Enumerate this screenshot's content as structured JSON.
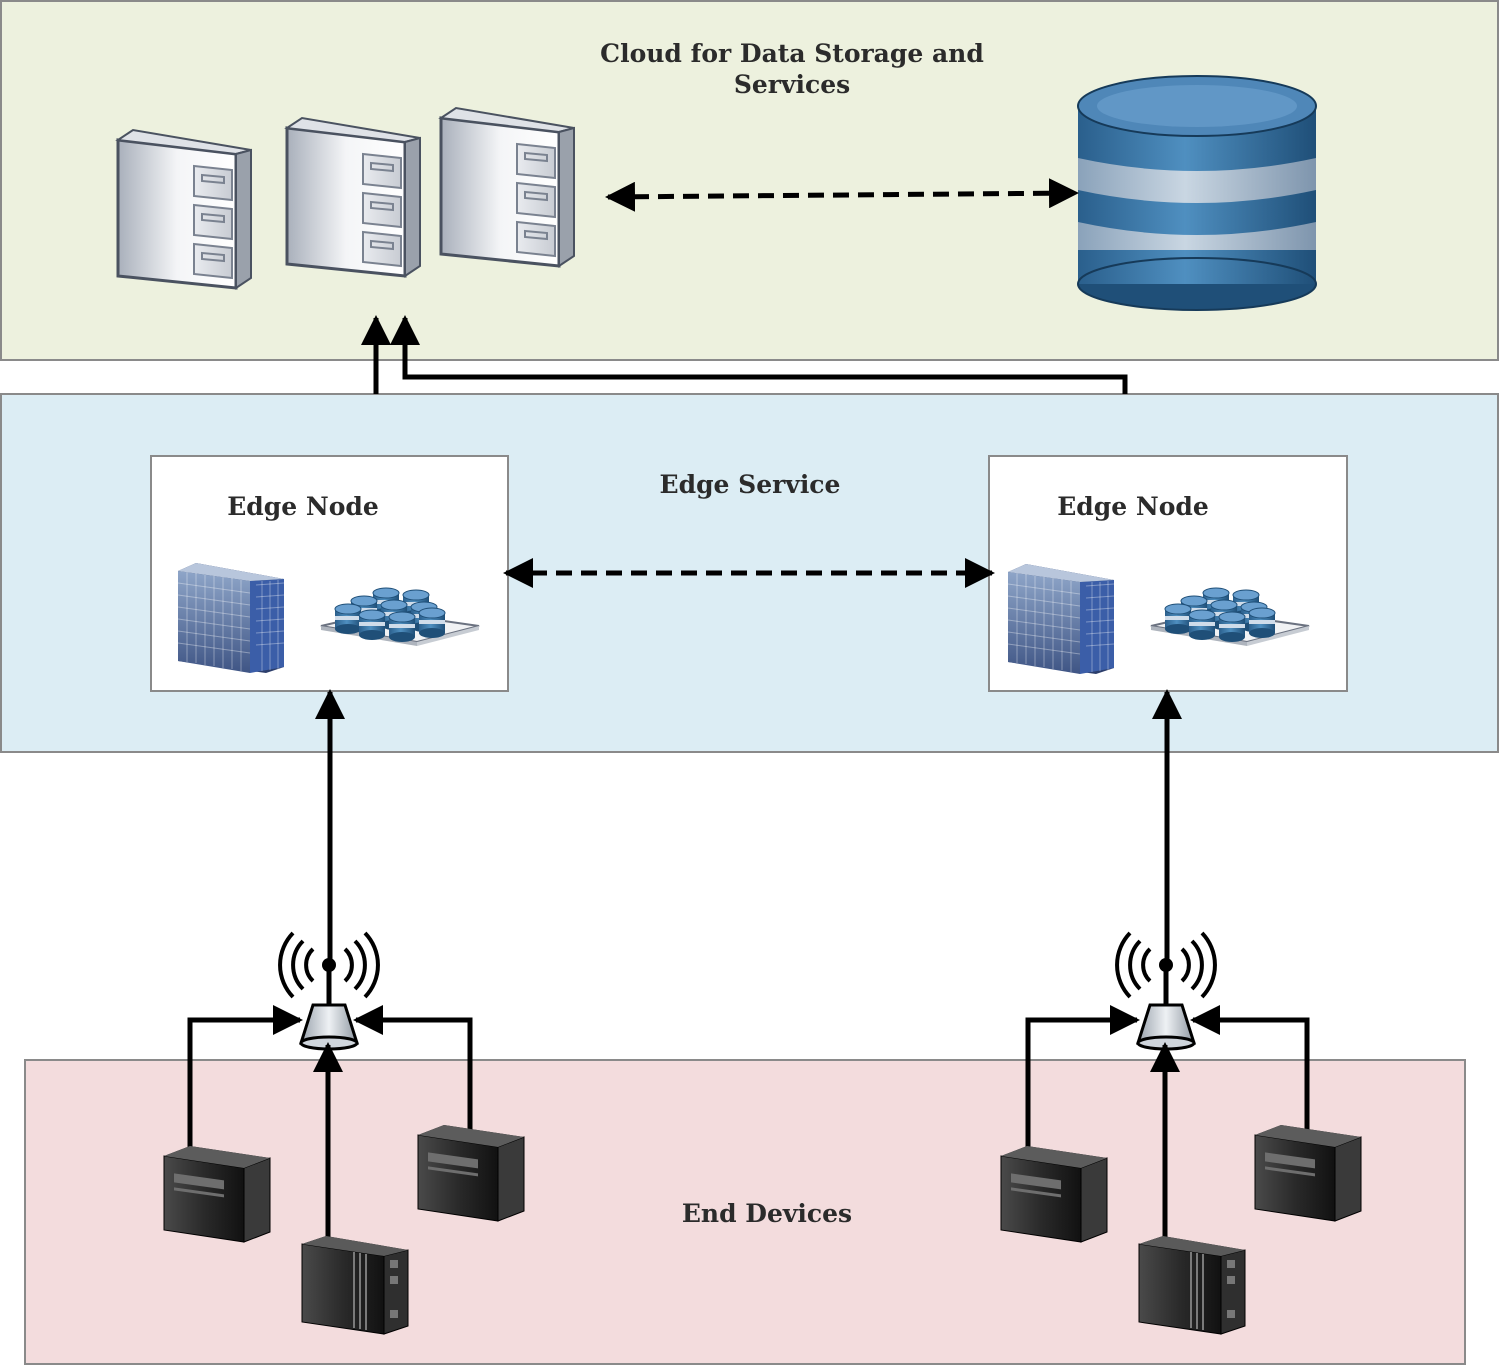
{
  "layers": {
    "cloud": {
      "title_line1": "Cloud for Data Storage and",
      "title_line2": "Services",
      "color": "#edf1de"
    },
    "edge": {
      "title": "Edge Service",
      "color": "#dcedf4"
    },
    "end": {
      "title": "End Devices",
      "color": "#f3dcdd"
    }
  },
  "nodes": {
    "edge_left": {
      "title": "Edge Node"
    },
    "edge_right": {
      "title": "Edge Node"
    }
  },
  "icons": {
    "cloud_servers": "file-cabinet-server-icon",
    "cloud_database": "database-cylinder-icon",
    "edge_building": "server-building-icon",
    "edge_storage": "storage-array-icon",
    "access_point": "wireless-access-point-icon",
    "end_device": "desktop-tower-icon"
  },
  "colors": {
    "database_blue": "#2f6e9e",
    "database_band": "#9fb4c8",
    "line": "#000000"
  }
}
